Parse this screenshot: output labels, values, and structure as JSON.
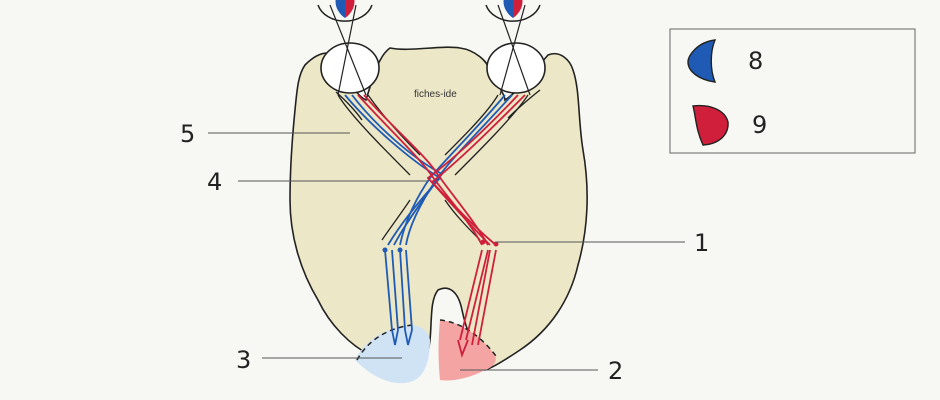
{
  "watermark": "fiches-ide",
  "labels": {
    "l1": "1",
    "l2": "2",
    "l3": "3",
    "l4": "4",
    "l5": "5"
  },
  "legend": {
    "left_field_number": "8",
    "right_field_number": "9"
  },
  "colors": {
    "brain": "#ece7c6",
    "blue_path": "#1f5bb5",
    "red_path": "#cf1f3b",
    "left_cortex": "#cfe3f5",
    "right_cortex": "#f4a5a3",
    "background": "#f7f7f3"
  }
}
